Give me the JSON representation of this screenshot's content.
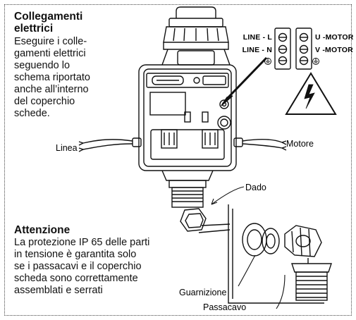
{
  "section_electrical": {
    "title_line1": "Collegamenti",
    "title_line2": "elettrici",
    "body_lines": [
      "Eseguire i colle-",
      "gamenti elettrici",
      "seguendo lo",
      "schema riportato",
      "anche all’interno",
      "del coperchio",
      "schede."
    ]
  },
  "section_attention": {
    "title": "Attenzione",
    "body_lines": [
      "La protezione IP 65 delle parti",
      "in tensione è garantita solo",
      "se i passacavi e il coperchio",
      "scheda sono correttamente",
      "assemblati e serrati"
    ]
  },
  "diagram_labels": {
    "linea": "Linea",
    "motore": "Motore",
    "dado": "Dado",
    "guarnizione": "Guarnizione",
    "passacavo": "Passacavo"
  },
  "terminal_block": {
    "line_l": "LINE - L",
    "line_n": "LINE - N",
    "u_motor": "U -MOTOR",
    "v_motor": "V -MOTOR"
  },
  "icons": [
    "high-voltage-warning-icon",
    "ground-symbol-icon"
  ]
}
